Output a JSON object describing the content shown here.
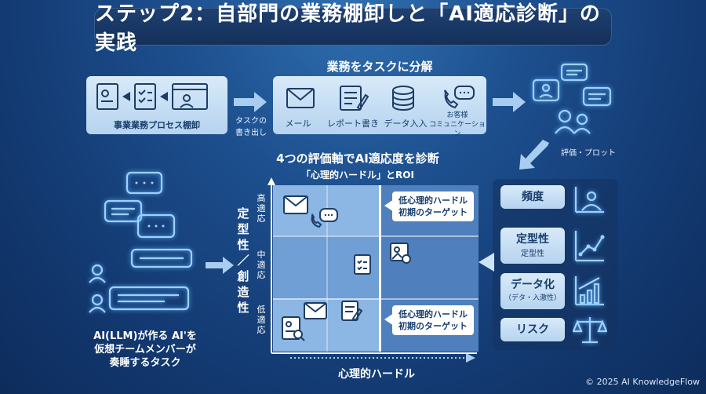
{
  "title": "ステップ2：自部門の業務棚卸しと「AI適応診断」の実践",
  "process_box": {
    "label": "事業業務プロセス棚卸"
  },
  "arrow1_label_line1": "タスクの",
  "arrow1_label_line2": "書き出し",
  "decompose": {
    "heading": "業務をタスクに分解",
    "items": [
      {
        "label": "メール",
        "icon": "mail-icon"
      },
      {
        "label": "レポート書き",
        "icon": "report-icon"
      },
      {
        "label": "データ入入",
        "icon": "database-icon"
      },
      {
        "label_line1": "お客様",
        "label_line2": "コミュニケーション",
        "icon": "phone-chat-icon"
      }
    ]
  },
  "plot_label": "評価・プロット",
  "diagnosis": {
    "heading": "4つの評価軸でAI適応度を診断",
    "subheading": "「心理的ハードル」とROI"
  },
  "y_axis": {
    "label_chars": [
      "定",
      "型",
      "性",
      "／",
      "創",
      "造",
      "性"
    ],
    "high": "高適応",
    "mid": "中適応",
    "low": "低適応"
  },
  "x_axis": {
    "label": "心理的ハードル"
  },
  "callout_top": {
    "line1": "低心理的ハードル",
    "line2": "初期のターゲット"
  },
  "callout_bottom": {
    "line1": "低心理的ハードル",
    "line2": "初期のターゲット"
  },
  "criteria": [
    {
      "label": "頻度",
      "icon": "user-chart-icon"
    },
    {
      "label": "定型性",
      "sub": "定型性",
      "icon": "scatter-icon"
    },
    {
      "label": "データ化",
      "sub": "（デタ・入澈性）",
      "icon": "bar-growth-icon"
    },
    {
      "label": "リスク",
      "icon": "scale-icon"
    }
  ],
  "left_caption": {
    "line1": "AI(LLM)が作る AI'を",
    "line2": "仮想チームメンバーが",
    "line3": "奏睡するタスク"
  },
  "footer": "© 2025 AI KnowledgeFlow",
  "colors": {
    "bg_dark": "#0d2c5c",
    "panel_light": "#cfe3f6",
    "accent_glow": "#9fd1ff"
  }
}
